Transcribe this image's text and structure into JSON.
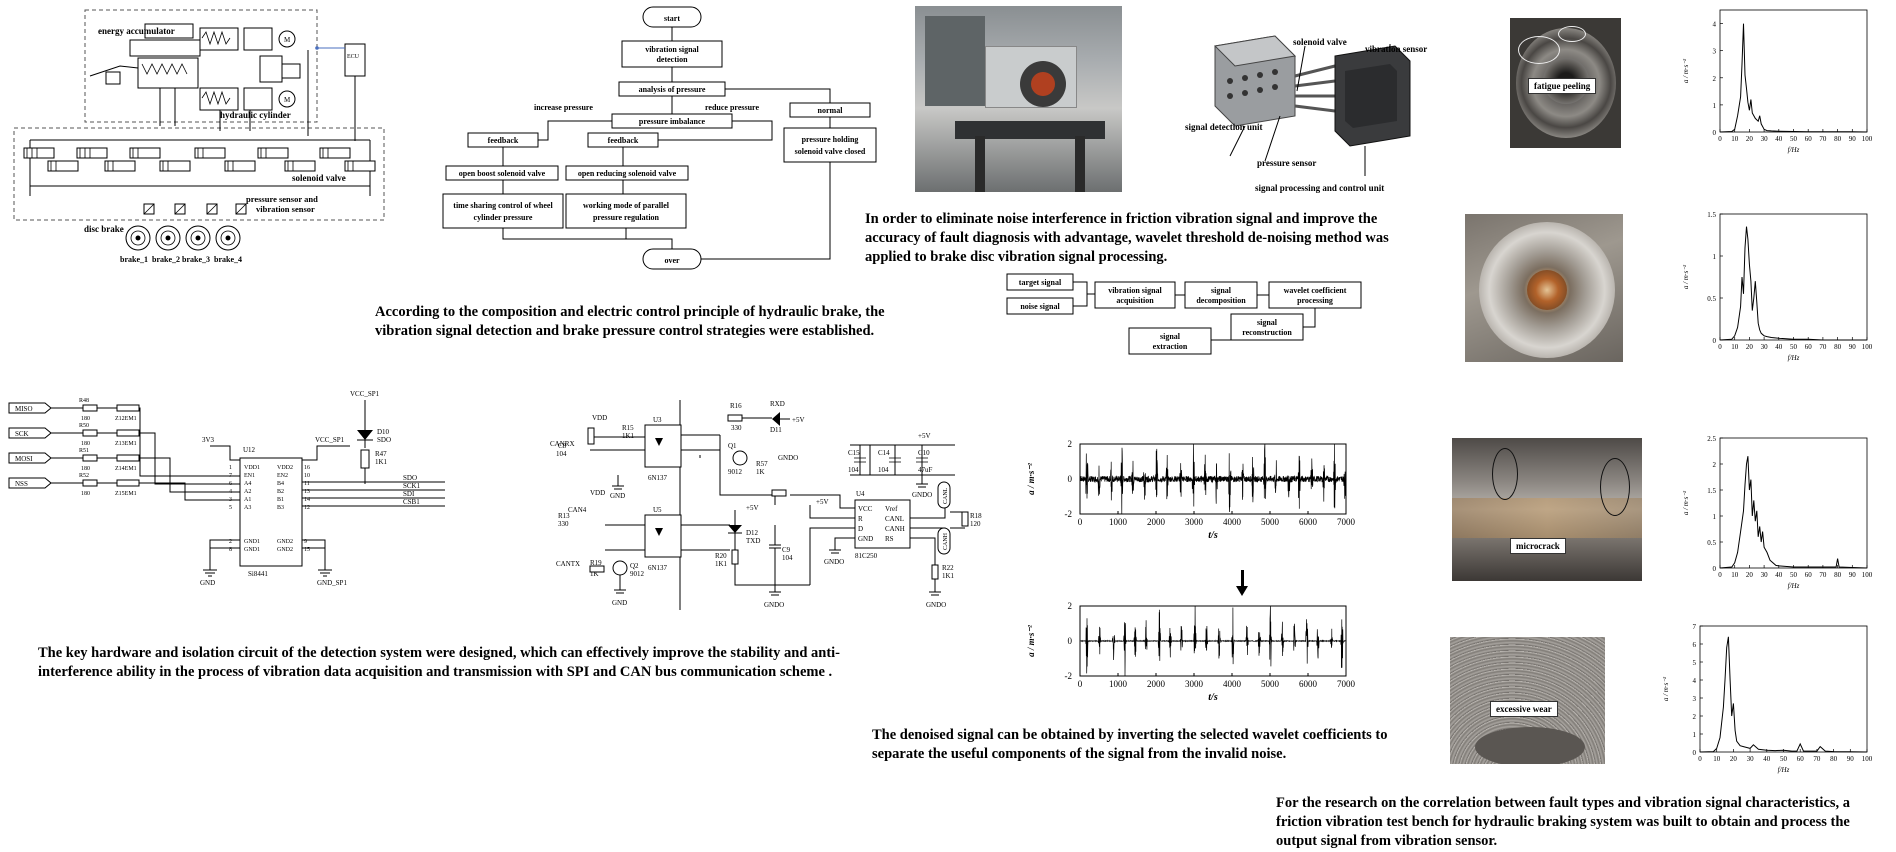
{
  "hydraulic_diagram": {
    "labels": {
      "energy_accumulator": "energy accumulator",
      "hydraulic_cylinder": "hydraulic cylinder",
      "ecu": "ECU",
      "solenoid_valve": "solenoid valve",
      "pressure_sensor": "pressure sensor and vibration sensor",
      "disc_brake": "disc brake",
      "brakes": [
        "brake_1",
        "brake_2",
        "brake_3",
        "brake_4"
      ]
    }
  },
  "flowchart": {
    "start": "start",
    "detection": "vibration signal detection",
    "analysis": "analysis of pressure",
    "imbalance": "pressure imbalance",
    "normal": "normal",
    "increase": "increase pressure",
    "reduce": "reduce pressure",
    "feedback": "feedback",
    "boost": "open boost solenoid valve",
    "reducing": "open reducing solenoid valve",
    "holding": "pressure holding solenoid valve closed",
    "time_sharing": "time sharing control of wheel cylinder pressure",
    "parallel": "working mode of parallel pressure regulation",
    "over": "over"
  },
  "captions": {
    "hydraulic": "According to the composition and electric control principle of hydraulic brake, the vibration signal detection and brake pressure control strategies were established.",
    "wavelet": "In order to eliminate noise interference in friction vibration signal and improve the accuracy of fault diagnosis with advantage, wavelet threshold de-noising method was applied to brake disc vibration signal processing.",
    "hardware": "The key hardware and isolation circuit of the detection system were designed, which can effectively improve the stability and anti-interference ability in the process of vibration data acquisition and transmission with SPI and CAN bus communication scheme .",
    "denoise": "The denoised signal can be obtained by inverting the selected wavelet coefficients to separate the useful components of the signal from the invalid noise.",
    "research": "For the research on the correlation between fault types and vibration signal characteristics, a friction vibration test bench for hydraulic braking system was built to obtain and process the output signal from vibration sensor."
  },
  "sensor_labels": {
    "solenoid_valve": "solenoid valve",
    "vibration_sensor": "vibration sensor",
    "detection_unit": "signal detection unit",
    "pressure_sensor": "pressure sensor",
    "processing_unit": "signal processing and control unit"
  },
  "wavelet_flow": {
    "target": "target signal",
    "noise": "noise signal",
    "acquisition": "vibration signal acquisition",
    "decomposition": "signal decomposition",
    "coefficient": "wavelet coefficient processing",
    "reconstruction": "signal reconstruction",
    "extraction": "signal extraction"
  },
  "circuit_spi": {
    "pins_left": [
      "MISO",
      "SCK",
      "MOSI",
      "NSS"
    ],
    "pins_right": [
      "SDO",
      "SCK1",
      "SDI",
      "CSB1"
    ],
    "resistors": [
      [
        "R48",
        "180"
      ],
      [
        "R50",
        "180"
      ],
      [
        "R51",
        "180"
      ],
      [
        "R52",
        "180"
      ]
    ],
    "beads": [
      "Z12EM1",
      "Z13EM1",
      "Z14EM1",
      "Z15EM1"
    ],
    "chip": "U12",
    "chip_part": "Si8441",
    "left_pins": [
      "VDD1",
      "EN1",
      "A4",
      "A2",
      "A1",
      "A3",
      "GND1",
      "GND1"
    ],
    "right_pins": [
      "VDD2",
      "EN2",
      "B4",
      "B2",
      "B1",
      "B3",
      "GND2",
      "GND2"
    ],
    "left_nums": [
      "1",
      "7",
      "6",
      "4",
      "3",
      "5",
      "2",
      "8"
    ],
    "right_nums": [
      "16",
      "10",
      "11",
      "13",
      "14",
      "12",
      "9",
      "15"
    ],
    "supply_3v3": "3V3",
    "supply_spi": "VCC_SP1",
    "gnd": "GND",
    "gnd_spi": "GND_SP1",
    "led": "D10",
    "led_net": "SDO",
    "r47": "R47",
    "r47_val": "1K1"
  },
  "circuit_can": {
    "vdd": "VDD",
    "canrx": "CANRX",
    "cantx": "CANTX",
    "can4": "CAN4",
    "u3": "U3",
    "u5": "U5",
    "u4": "U4",
    "optos": [
      "6N137",
      "6N137"
    ],
    "transceiver": "81C250",
    "r16": "R16",
    "r16v": "330",
    "rxd": "RXD",
    "d11": "D11",
    "txd": "TXD",
    "d12": "D12",
    "r57": "R57",
    "r57v": "1K",
    "r20": "R20",
    "r20v": "1K1",
    "r19": "R19",
    "r19v": "1K",
    "r22": "R22",
    "r22v": "1K1",
    "r18": "R18",
    "r18v": "120",
    "r15": "R15",
    "r15v": "1K1",
    "r13": "R13",
    "r13v": "330",
    "q1": "Q1",
    "q1p": "9012",
    "q2": "Q2",
    "q2p": "9012",
    "c8": "C8",
    "c8v": "104",
    "c9": "C9",
    "c9v": "104",
    "c10": "C10",
    "c14": "C14",
    "c15": "C15",
    "c104": "104",
    "c47": "47uF",
    "p5v": "+5V",
    "gnd": "GND",
    "gndo": "GNDO",
    "canl": "CANL",
    "canh": "CANH",
    "u4pins": [
      "VCC",
      "R",
      "D",
      "GND",
      "Vref",
      "CANL",
      "CANH",
      "RS"
    ]
  },
  "time_plot_raw": {
    "type": "line",
    "ylabel": "a / m·s⁻²",
    "xlabel": "t/s",
    "xlim": [
      0,
      7000
    ],
    "ylim": [
      -2,
      2
    ],
    "xticks": [
      "0",
      "1000",
      "2000",
      "3000",
      "4000",
      "5000",
      "6000",
      "7000"
    ],
    "yticks": [
      "2",
      "0",
      "-2"
    ]
  },
  "time_plot_denoised": {
    "type": "line",
    "ylabel": "a / m·s⁻²",
    "xlabel": "t/s",
    "xlim": [
      0,
      7000
    ],
    "ylim": [
      -2,
      2
    ],
    "xticks": [
      "0",
      "1000",
      "2000",
      "3000",
      "4000",
      "5000",
      "6000",
      "7000"
    ],
    "yticks": [
      "2",
      "0",
      "-2"
    ]
  },
  "photo_tags": {
    "fatigue": "fatigue peeling",
    "microcrack": "microcrack",
    "wear": "excessive wear"
  },
  "chart_data": [
    {
      "type": "line",
      "ylabel": "a / m·s⁻²",
      "xlabel": "f/Hz",
      "xlim": [
        0,
        100
      ],
      "ylim": [
        0,
        4.5
      ],
      "xticks": [
        "0",
        "10",
        "20",
        "30",
        "40",
        "50",
        "60",
        "70",
        "80",
        "90",
        "100"
      ],
      "yticks": [
        "0",
        "1",
        "2",
        "3",
        "4"
      ],
      "x": [
        0,
        8,
        10,
        12,
        14,
        15,
        16,
        17,
        18,
        19,
        20,
        21,
        22,
        24,
        26,
        27,
        28,
        30,
        32,
        35,
        40,
        50,
        60,
        70,
        80,
        90,
        100
      ],
      "y": [
        0,
        0.02,
        0.1,
        0.6,
        1.3,
        2.5,
        4.0,
        2.1,
        1.6,
        1.1,
        0.8,
        1.2,
        0.7,
        0.5,
        0.4,
        0.6,
        0.3,
        0.1,
        0.05,
        0.04,
        0.03,
        0.02,
        0.01,
        0.01,
        0.01,
        0.01,
        0.0
      ]
    },
    {
      "type": "line",
      "ylabel": "a / m·s⁻²",
      "xlabel": "f/Hz",
      "xlim": [
        0,
        100
      ],
      "ylim": [
        0,
        1.5
      ],
      "xticks": [
        "0",
        "10",
        "20",
        "30",
        "40",
        "50",
        "60",
        "70",
        "80",
        "90",
        "100"
      ],
      "yticks": [
        "0",
        "0.5",
        "1",
        "1.5"
      ],
      "x": [
        0,
        8,
        10,
        12,
        14,
        15,
        16,
        17,
        18,
        19,
        20,
        21,
        22,
        23,
        24,
        25,
        26,
        27,
        28,
        30,
        32,
        35,
        40,
        50,
        60,
        70,
        80,
        90,
        100
      ],
      "y": [
        0,
        0.01,
        0.05,
        0.15,
        0.4,
        0.75,
        0.55,
        1.1,
        1.35,
        1.2,
        0.9,
        0.7,
        0.35,
        0.5,
        0.7,
        0.45,
        0.2,
        0.12,
        0.08,
        0.05,
        0.04,
        0.03,
        0.02,
        0.01,
        0.01,
        0.0,
        0.0,
        0.0,
        0.0
      ]
    },
    {
      "type": "line",
      "ylabel": "a / m·s⁻²",
      "xlabel": "f/Hz",
      "xlim": [
        0,
        100
      ],
      "ylim": [
        0,
        2.5
      ],
      "xticks": [
        "0",
        "10",
        "20",
        "30",
        "40",
        "50",
        "60",
        "70",
        "80",
        "90",
        "100"
      ],
      "yticks": [
        "0",
        "0.5",
        "1",
        "1.5",
        "2",
        "2.5"
      ],
      "x": [
        0,
        8,
        10,
        12,
        14,
        16,
        17,
        18,
        19,
        20,
        21,
        22,
        23,
        24,
        25,
        26,
        27,
        28,
        29,
        30,
        32,
        34,
        36,
        38,
        40,
        50,
        60,
        70,
        79,
        80,
        81,
        90,
        100
      ],
      "y": [
        0,
        0.02,
        0.1,
        0.3,
        0.7,
        1.1,
        1.6,
        2.0,
        2.15,
        1.5,
        1.7,
        1.0,
        1.3,
        0.9,
        1.1,
        0.6,
        0.8,
        0.5,
        0.7,
        0.4,
        0.3,
        0.15,
        0.1,
        0.05,
        0.04,
        0.02,
        0.02,
        0.02,
        0.02,
        0.18,
        0.02,
        0.01,
        0.0
      ]
    },
    {
      "type": "line",
      "ylabel": "a / m·s⁻²",
      "xlabel": "f/Hz",
      "xlim": [
        0,
        100
      ],
      "ylim": [
        0,
        7
      ],
      "xticks": [
        "0",
        "10",
        "20",
        "30",
        "40",
        "50",
        "60",
        "70",
        "80",
        "90",
        "100"
      ],
      "yticks": [
        "0",
        "1",
        "2",
        "3",
        "4",
        "5",
        "6",
        "7"
      ],
      "x": [
        0,
        8,
        10,
        12,
        14,
        15,
        16,
        17,
        18,
        19,
        20,
        21,
        22,
        24,
        26,
        28,
        30,
        32,
        35,
        40,
        45,
        50,
        55,
        58,
        60,
        62,
        65,
        70,
        72,
        75,
        80,
        90,
        100
      ],
      "y": [
        0,
        0.02,
        0.2,
        0.8,
        2.5,
        4.0,
        5.8,
        6.4,
        4.0,
        2.0,
        2.7,
        1.2,
        0.6,
        0.35,
        0.3,
        0.25,
        0.2,
        0.4,
        0.15,
        0.1,
        0.08,
        0.1,
        0.05,
        0.05,
        0.45,
        0.05,
        0.05,
        0.05,
        0.3,
        0.05,
        0.02,
        0.01,
        0.0
      ]
    }
  ]
}
